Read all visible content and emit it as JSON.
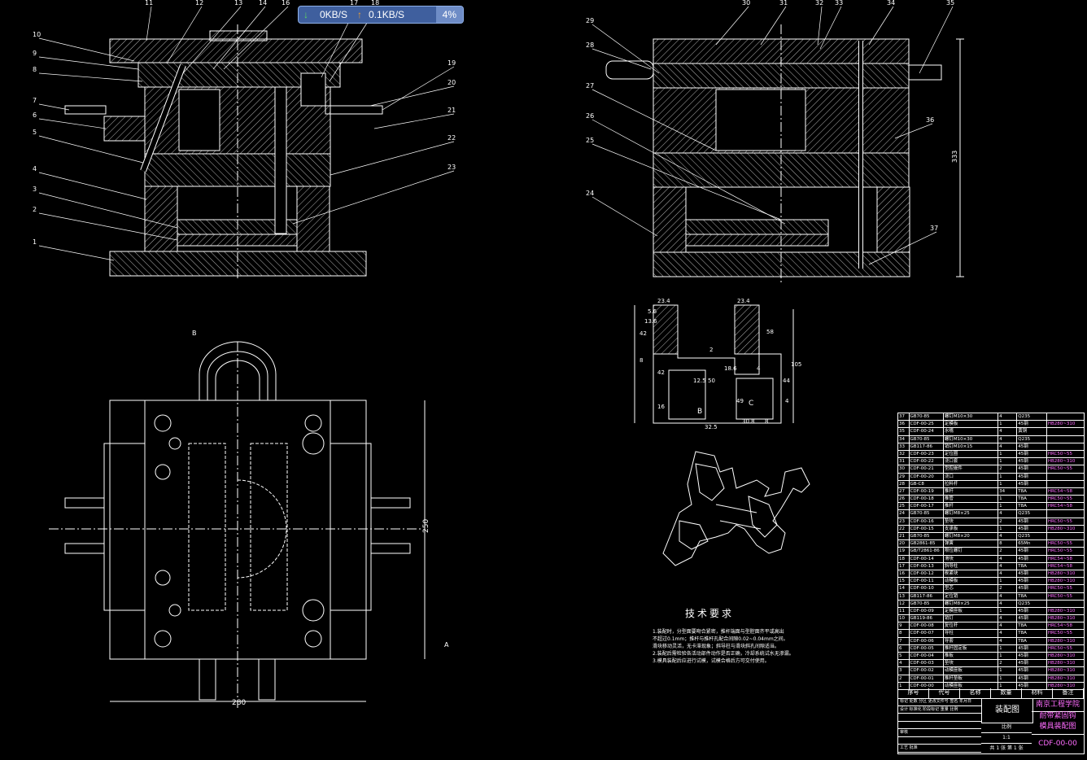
{
  "overlay": {
    "down_icon": "arrow-down-icon",
    "down": "0KB/S",
    "up_icon": "arrow-up-icon",
    "up": "0.1KB/S",
    "percent": "4%"
  },
  "view_top_left": {
    "callouts": [
      "1",
      "2",
      "3",
      "4",
      "5",
      "6",
      "7",
      "8",
      "9",
      "10",
      "11",
      "12",
      "13",
      "14",
      "16",
      "17",
      "18",
      "19",
      "20",
      "21",
      "22",
      "23"
    ]
  },
  "view_top_right": {
    "callouts": [
      "24",
      "25",
      "26",
      "27",
      "28",
      "29",
      "30",
      "31",
      "32",
      "33",
      "34",
      "35",
      "36",
      "37"
    ],
    "dimension": "333"
  },
  "view_plan": {
    "dim_width": "280",
    "dim_height": "250",
    "section_mark": "A",
    "section_mark_b": "B"
  },
  "part_drawing": {
    "dims": [
      "23.4",
      "23.4",
      "42",
      "13.6",
      "5.6",
      "8",
      "58",
      "2",
      "42",
      "18.6",
      "12.5",
      "50",
      "4",
      "105",
      "44",
      "4",
      "49",
      "16",
      "32.5",
      "30.8",
      "8"
    ],
    "labels": [
      "B",
      "C"
    ]
  },
  "tech": {
    "title": "技术要求",
    "items": [
      "1.装配时，分型面要吻合紧密，推杆端面与型腔面齐平或高出",
      "  不超过0.1mm；推杆与推杆孔配合间隙0.02~0.04mm之间。",
      "  滑块移动灵活，无卡滞现象；斜导柱与滑块斜孔间隙适当。",
      "2.装配后需检验各活动部件动作是否正确，冷却系统试水无渗漏。",
      "3.模具装配后应进行试模，试模合格后方可交付使用。"
    ]
  },
  "bom": {
    "headers": [
      "序号",
      "代号",
      "名称",
      "数量",
      "材料",
      "备注"
    ],
    "rows": [
      [
        "37",
        "GB70-85",
        "螺钉M10×30",
        "4",
        "Q235",
        ""
      ],
      [
        "36",
        "CDF-00-25",
        "定模板",
        "1",
        "45钢",
        "HB280~310"
      ],
      [
        "35",
        "CDF-00-24",
        "水嘴",
        "4",
        "黄铜",
        ""
      ],
      [
        "34",
        "GB70-85",
        "螺钉M10×30",
        "4",
        "Q235",
        ""
      ],
      [
        "33",
        "GB117-86",
        "销钉M10×15",
        "4",
        "45钢",
        ""
      ],
      [
        "32",
        "CDF-00-23",
        "定位圈",
        "1",
        "45钢",
        "HRC50~55"
      ],
      [
        "31",
        "CDF-00-22",
        "浇口套",
        "1",
        "45钢",
        "HB280~310"
      ],
      [
        "30",
        "CDF-00-21",
        "型腔嵌件",
        "2",
        "45钢",
        "HRC50~55"
      ],
      [
        "29",
        "CDF-00-20",
        "浇口",
        "1",
        "45钢",
        ""
      ],
      [
        "28",
        "GB-C8",
        "拉料杆",
        "1",
        "45钢",
        ""
      ],
      [
        "27",
        "CDF-00-19",
        "推杆",
        "34",
        "T8A",
        "HRC54~58"
      ],
      [
        "26",
        "CDF-00-18",
        "推管",
        "1",
        "T8A",
        "HRC50~55"
      ],
      [
        "25",
        "CDF-00-17",
        "推杆",
        "1",
        "T8A",
        "HRC54~58"
      ],
      [
        "24",
        "GB70-85",
        "螺钉M8×25",
        "4",
        "Q235",
        ""
      ],
      [
        "23",
        "CDF-00-16",
        "垫块",
        "2",
        "45钢",
        "HRC50~55"
      ],
      [
        "22",
        "CDF-00-15",
        "支承板",
        "1",
        "45钢",
        "HB280~310"
      ],
      [
        "21",
        "GB70-85",
        "螺钉M8×20",
        "4",
        "Q235",
        ""
      ],
      [
        "20",
        "GB2861-85",
        "弹簧",
        "8",
        "65Mn",
        "HRC50~55"
      ],
      [
        "19",
        "GB/T2861-86",
        "限位螺钉",
        "2",
        "45钢",
        "HRC50~55"
      ],
      [
        "18",
        "CDF-00-14",
        "滑块",
        "4",
        "45钢",
        "HRC54~58"
      ],
      [
        "17",
        "CDF-00-13",
        "斜导柱",
        "4",
        "T8A",
        "HRC54~58"
      ],
      [
        "16",
        "CDF-00-12",
        "楔紧块",
        "4",
        "45钢",
        "HB280~310"
      ],
      [
        "15",
        "CDF-00-11",
        "动模板",
        "1",
        "45钢",
        "HB280~310"
      ],
      [
        "14",
        "CDF-00-10",
        "型芯",
        "2",
        "45钢",
        "HRC50~55"
      ],
      [
        "13",
        "GB117-86",
        "定位销",
        "4",
        "T8A",
        "HRC50~55"
      ],
      [
        "12",
        "GB70-85",
        "螺钉M8×25",
        "4",
        "Q235",
        ""
      ],
      [
        "11",
        "CDF-00-09",
        "定模座板",
        "1",
        "45钢",
        "HB280~310"
      ],
      [
        "10",
        "GB119-86",
        "销钉",
        "4",
        "45钢",
        "HB280~310"
      ],
      [
        "9",
        "CDF-00-08",
        "复位杆",
        "4",
        "T8A",
        "HRC54~58"
      ],
      [
        "8",
        "CDF-00-07",
        "导柱",
        "4",
        "T8A",
        "HRC50~55"
      ],
      [
        "7",
        "CDF-00-06",
        "导套",
        "4",
        "T8A",
        "HB280~310"
      ],
      [
        "6",
        "CDF-00-05",
        "推杆固定板",
        "1",
        "45钢",
        "HRC50~55"
      ],
      [
        "5",
        "CDF-00-04",
        "推板",
        "1",
        "45钢",
        "HB280~310"
      ],
      [
        "4",
        "CDF-00-03",
        "垫块",
        "2",
        "45钢",
        "HB280~310"
      ],
      [
        "3",
        "CDF-00-02",
        "动模座板",
        "1",
        "45钢",
        "HB280~310"
      ],
      [
        "2",
        "CDF-00-01",
        "推杆垫板",
        "1",
        "45钢",
        "HB280~310"
      ],
      [
        "1",
        "CDF-00-00",
        "动模座板",
        "1",
        "45钢",
        "HB280~310"
      ]
    ]
  },
  "titleblock": {
    "title": "装配图",
    "school": "南京工程学院",
    "name_line1": "耐带紧固钩",
    "name_line2": "模具装配图",
    "code": "CDF-00-00",
    "scale_label": "比例",
    "scale": "1:1",
    "sheet": "共 1 张 第 1 张",
    "sign_rows": [
      "标记 处数 分区 更改文件号 签名 年月日",
      "设计 标准化 阶段标记 重量 比例",
      "审核",
      "工艺 批准"
    ]
  }
}
